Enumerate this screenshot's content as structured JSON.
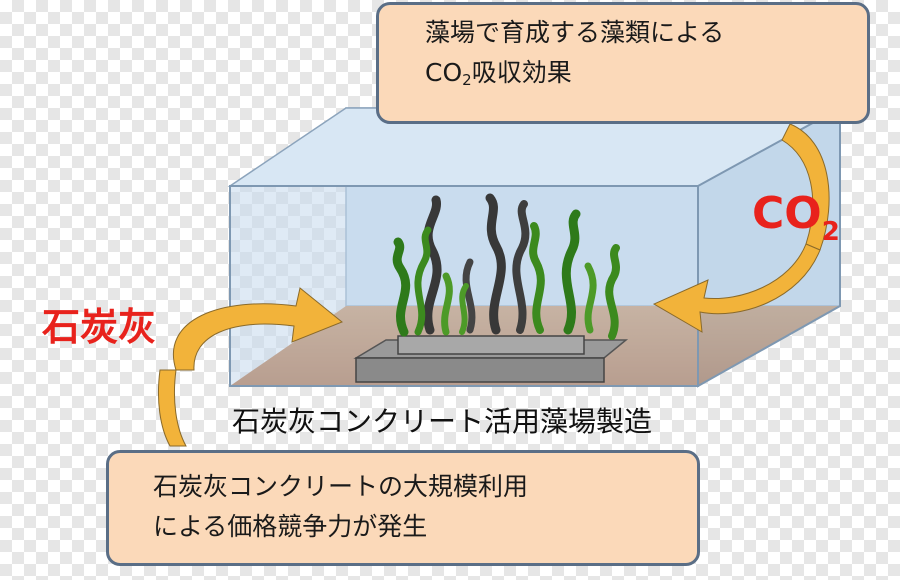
{
  "top_callout": {
    "line1": "藻場で育成する藻類による",
    "line2_prefix": "CO",
    "line2_sub": "2",
    "line2_suffix": "吸収効果"
  },
  "co2_label": {
    "text": "CO",
    "sub": "2"
  },
  "ash_label": "石炭灰",
  "caption": "石炭灰コンクリート活用藻場製造",
  "bottom_callout": {
    "line1": "石炭灰コンクリートの大規模利用",
    "line2": "による価格競争力が発生"
  },
  "colors": {
    "accent_red": "#e8221c",
    "callout_fill": "#fbd9b9",
    "callout_border": "#5a6e86",
    "arrow_fill": "#f2b33a",
    "tank_glass": "#c9dcef",
    "sea_floor": "#b8672a",
    "seaweed_green": "#3c8a1e",
    "seaweed_dark": "#333333"
  }
}
